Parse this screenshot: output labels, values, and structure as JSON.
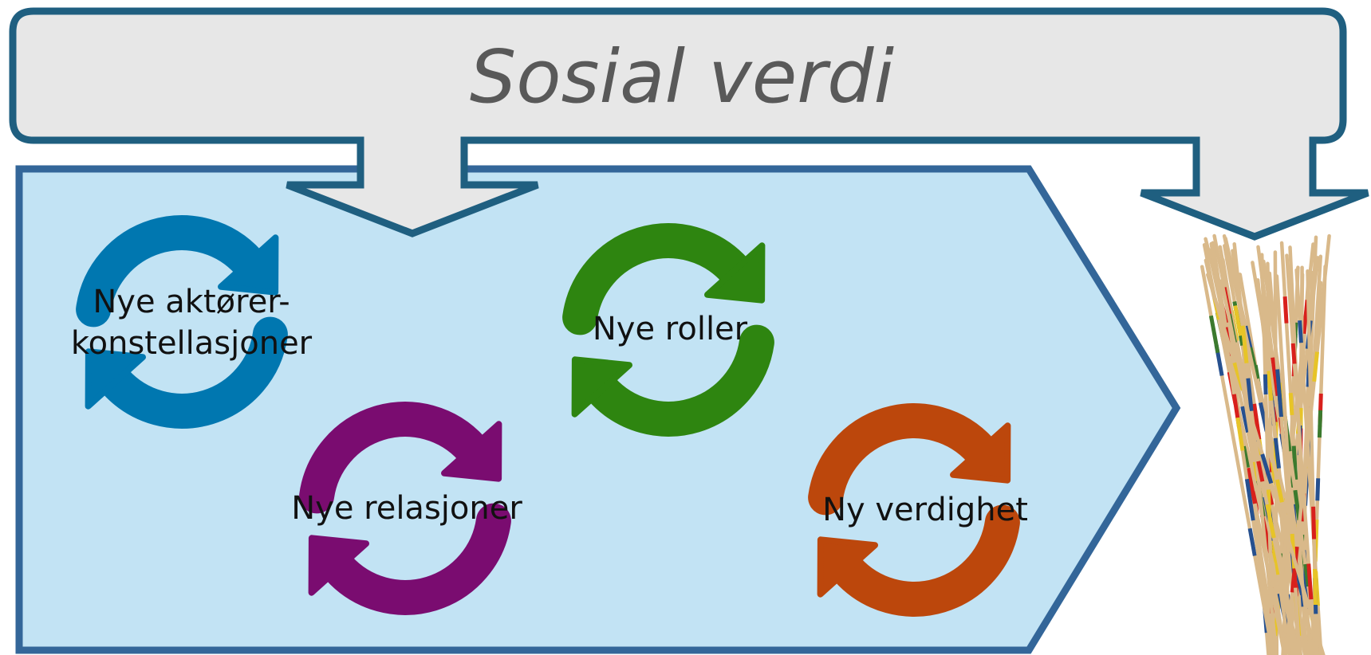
{
  "header": {
    "title": "Sosial verdi"
  },
  "colors": {
    "header_fill": "#e7e7e7",
    "header_border": "#1f5f80",
    "panel_fill": "#c2e3f4",
    "panel_border": "#336699",
    "cycle_blue": "#0077b0",
    "cycle_green": "#2e8510",
    "cycle_purple": "#7a0c70",
    "cycle_orange": "#bc470c"
  },
  "cycles": [
    {
      "id": "actors",
      "label": "Nye aktører-konstellasjoner",
      "label_lines": [
        "Nye aktører-",
        "konstellasjoner"
      ],
      "color_key": "cycle_blue",
      "icon": "refresh-cycle-icon"
    },
    {
      "id": "roles",
      "label": "Nye roller",
      "label_lines": [
        "Nye roller"
      ],
      "color_key": "cycle_green",
      "icon": "refresh-cycle-icon"
    },
    {
      "id": "relations",
      "label": "Nye relasjoner",
      "label_lines": [
        "Nye relasjoner"
      ],
      "color_key": "cycle_purple",
      "icon": "refresh-cycle-icon"
    },
    {
      "id": "value",
      "label": "Ny verdighet",
      "label_lines": [
        "Ny verdighet"
      ],
      "color_key": "cycle_orange",
      "icon": "refresh-cycle-icon"
    }
  ],
  "illustration": {
    "icon": "mikado-sticks-image"
  }
}
